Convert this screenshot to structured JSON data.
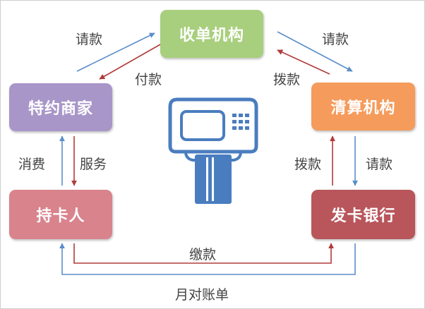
{
  "nodes": {
    "acquirer": "收单机构",
    "merchant": "特约商家",
    "clearing": "清算机构",
    "cardholder": "持卡人",
    "issuing_bank": "发卡银行"
  },
  "edges": {
    "merchant_to_acquirer": "请款",
    "acquirer_to_merchant": "付款",
    "acquirer_to_clearing": "请款",
    "clearing_to_acquirer": "拨款",
    "cardholder_to_merchant": "消费",
    "merchant_to_cardholder": "服务",
    "bank_to_clearing": "拨款",
    "clearing_to_bank": "请款",
    "cardholder_to_bank": "缴款",
    "bank_to_cardholder": "月对账单"
  },
  "colors": {
    "acquirer": "#a8cf7d",
    "merchant": "#a896c9",
    "clearing": "#f59b5b",
    "cardholder": "#d9838d",
    "issuing_bank": "#b8565b",
    "blue_arrow": "#5b8ec9",
    "red_arrow": "#b23b3b",
    "terminal": "#4a7dbf"
  },
  "icons": {
    "center": "pos-terminal-icon"
  }
}
